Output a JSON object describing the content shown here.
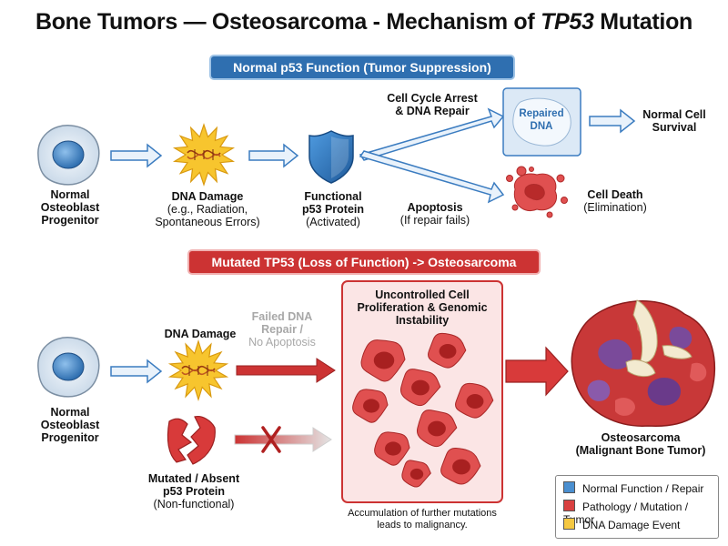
{
  "title": {
    "main": "Bone Tumors — Osteosarcoma - Mechanism of ",
    "gene": "TP53",
    "end": " Mutation"
  },
  "normal_section": {
    "banner": "Normal p53 Function (Tumor Suppression)",
    "progenitor": {
      "line1": "Normal",
      "line2": "Osteoblast",
      "line3": "Progenitor"
    },
    "dna_damage": {
      "line1": "DNA Damage",
      "line2": "(e.g., Radiation,",
      "line3": "Spontaneous Errors)"
    },
    "p53": {
      "line1": "Functional",
      "line2": "p53 Protein",
      "line3": "(Activated)"
    },
    "arrest": {
      "line1": "Cell Cycle Arrest",
      "line2": "& DNA Repair"
    },
    "repaired": {
      "line1": "Repaired",
      "line2": "DNA"
    },
    "survival": {
      "line1": "Normal Cell",
      "line2": "Survival"
    },
    "apoptosis": {
      "line1": "Apoptosis",
      "line2": "(If repair fails)"
    },
    "death": {
      "line1": "Cell Death",
      "line2": "(Elimination)"
    }
  },
  "mutated_section": {
    "banner": "Mutated TP53 (Loss of Function) -> Osteosarcoma",
    "progenitor": {
      "line1": "Normal",
      "line2": "Osteoblast",
      "line3": "Progenitor"
    },
    "dna_damage": "DNA Damage",
    "failed": {
      "line1": "Failed DNA",
      "line2": "Repair /",
      "line3": "No Apoptosis"
    },
    "mutated_p53": {
      "line1": "Mutated / Absent",
      "line2": "p53 Protein",
      "line3": "(Non-functional)"
    },
    "proliferation": {
      "line1": "Uncontrolled Cell",
      "line2": "Proliferation & Genomic",
      "line3": "Instability"
    },
    "accumulation": {
      "line1": "Accumulation of further mutations",
      "line2": "leads to malignancy."
    },
    "osteosarcoma": {
      "line1": "Osteosarcoma",
      "line2": "(Malignant Bone Tumor)"
    }
  },
  "legend": [
    {
      "label": "Normal Function / Repair",
      "color": "#4a8fd0"
    },
    {
      "label": "Pathology / Mutation / Tumor",
      "color": "#d94040"
    },
    {
      "label": "DNA Damage Event",
      "color": "#f5c842"
    }
  ],
  "colors": {
    "blue": "#2f6fb0",
    "red": "#cc3333",
    "yellow": "#f5c842"
  }
}
